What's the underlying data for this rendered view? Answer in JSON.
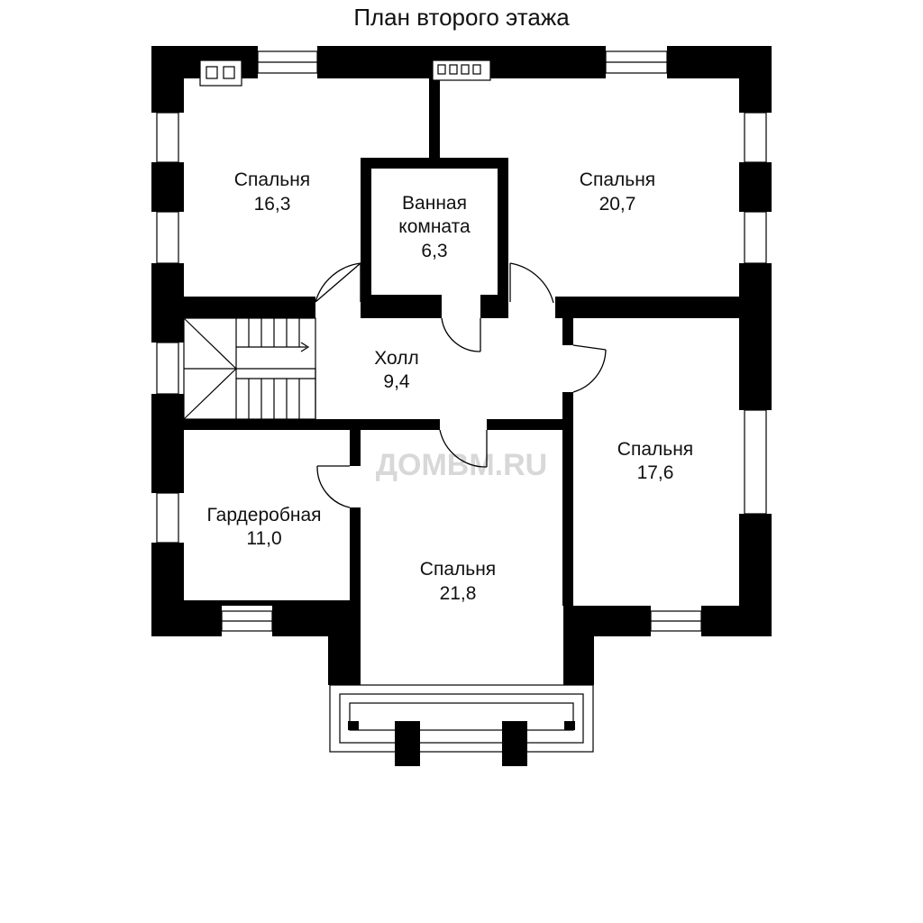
{
  "title": "План второго этажа",
  "watermark": "ДОМВМ.RU",
  "colors": {
    "wall": "#000000",
    "background": "#ffffff",
    "watermark": "#d8d8d8"
  },
  "rooms": [
    {
      "name": "Спальня",
      "area": "16,3"
    },
    {
      "name": "Ванная",
      "name2": "комната",
      "area": "6,3"
    },
    {
      "name": "Спальня",
      "area": "20,7"
    },
    {
      "name": "Холл",
      "area": "9,4"
    },
    {
      "name": "Спальня",
      "area": "17,6"
    },
    {
      "name": "Гардеробная",
      "area": "11,0"
    },
    {
      "name": "Спальня",
      "area": "21,8"
    }
  ]
}
